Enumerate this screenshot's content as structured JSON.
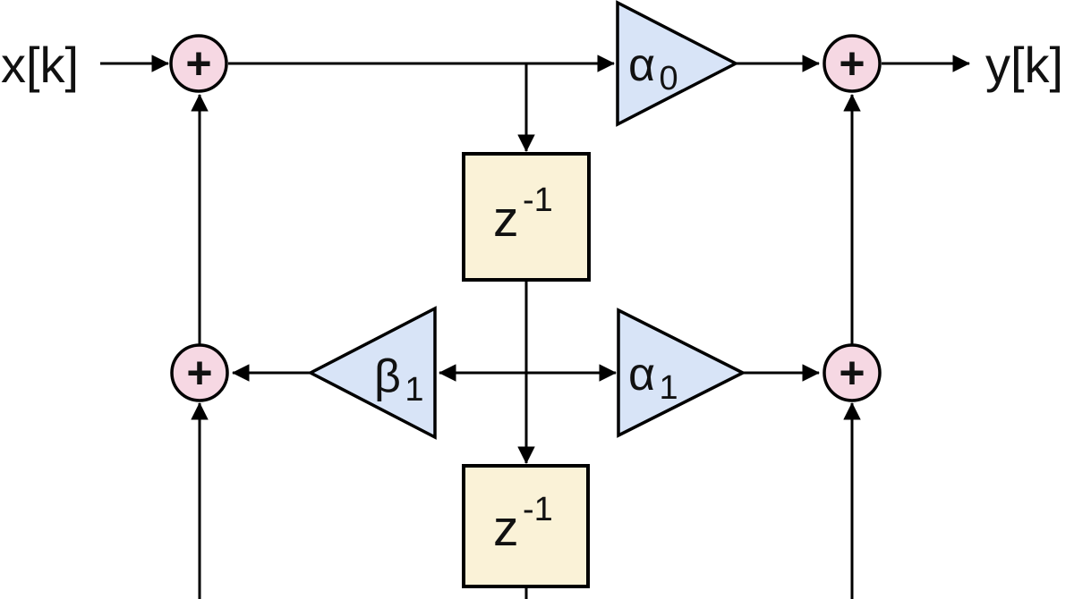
{
  "diagram": {
    "input_label": "x[k]",
    "output_label": "y[k]",
    "adder_symbol": "+",
    "delay": {
      "base": "z",
      "sup": "-1"
    },
    "gains": {
      "a0": {
        "base": "α",
        "sub": "0"
      },
      "a1": {
        "base": "α",
        "sub": "1"
      },
      "b1": {
        "base": "β",
        "sub": "1"
      }
    },
    "colors": {
      "adder_fill": "#f6d8e3",
      "gain_fill": "#d8e4f7",
      "delay_fill": "#faf2d7",
      "line": "#000000",
      "background": "#ffffff"
    }
  }
}
